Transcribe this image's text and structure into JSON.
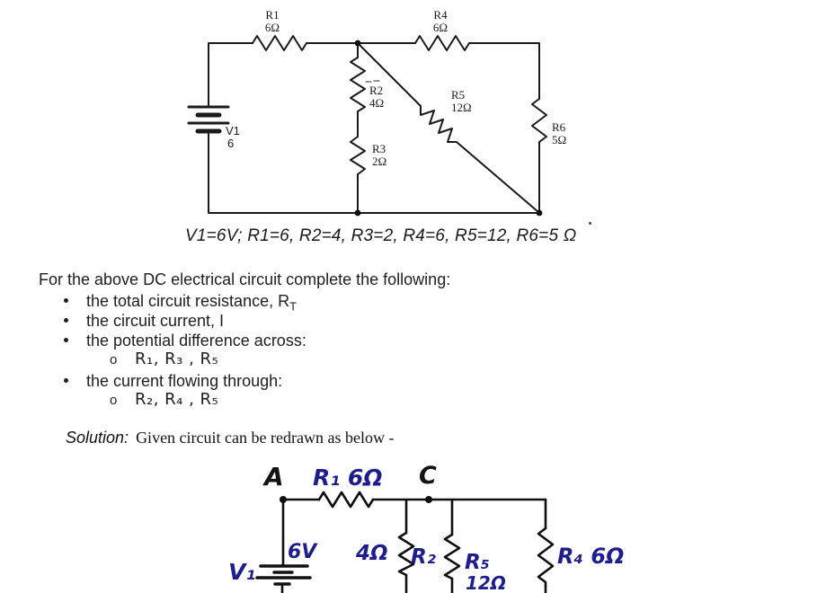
{
  "schematic": {
    "source_name": "V1",
    "source_value": "6",
    "r1_name": "R1",
    "r1_value": "6Ω",
    "r2_name": "R2",
    "r2_value": "4Ω",
    "r3_name": "R3",
    "r3_value": "2Ω",
    "r4_name": "R4",
    "r4_value": "6Ω",
    "r5_name": "R5",
    "r5_value": "12Ω",
    "r6_name": "R6",
    "r6_value": "5Ω",
    "caption": "V1=6V; R1=6, R2=4, R3=2, R4=6, R5=12, R6=5 Ω"
  },
  "problem": {
    "intro": "For the above DC electrical circuit complete the following:",
    "b1_text": "the total circuit resistance, R",
    "b1_sub": "T",
    "b2_text": "the circuit current, I",
    "b3_text": "the potential difference across:",
    "b3_items": "R₁, R₃ , R₅",
    "b4_text": "the current flowing through:",
    "b4_items": "R₂, R₄ , R₅",
    "sub_marker": "o"
  },
  "solution": {
    "label": "Solution:",
    "text": "Given circuit can be redrawn as below -"
  },
  "redrawn": {
    "node_a": "A",
    "node_c": "C",
    "r1_label": "R₁ 6Ω",
    "source_name": "V₁",
    "source_value": "6V",
    "r2_value": "4Ω",
    "r2_name": "R₂",
    "r5_name": "R₅",
    "r5_value": "12Ω",
    "r4_label": "R₄ 6Ω"
  }
}
